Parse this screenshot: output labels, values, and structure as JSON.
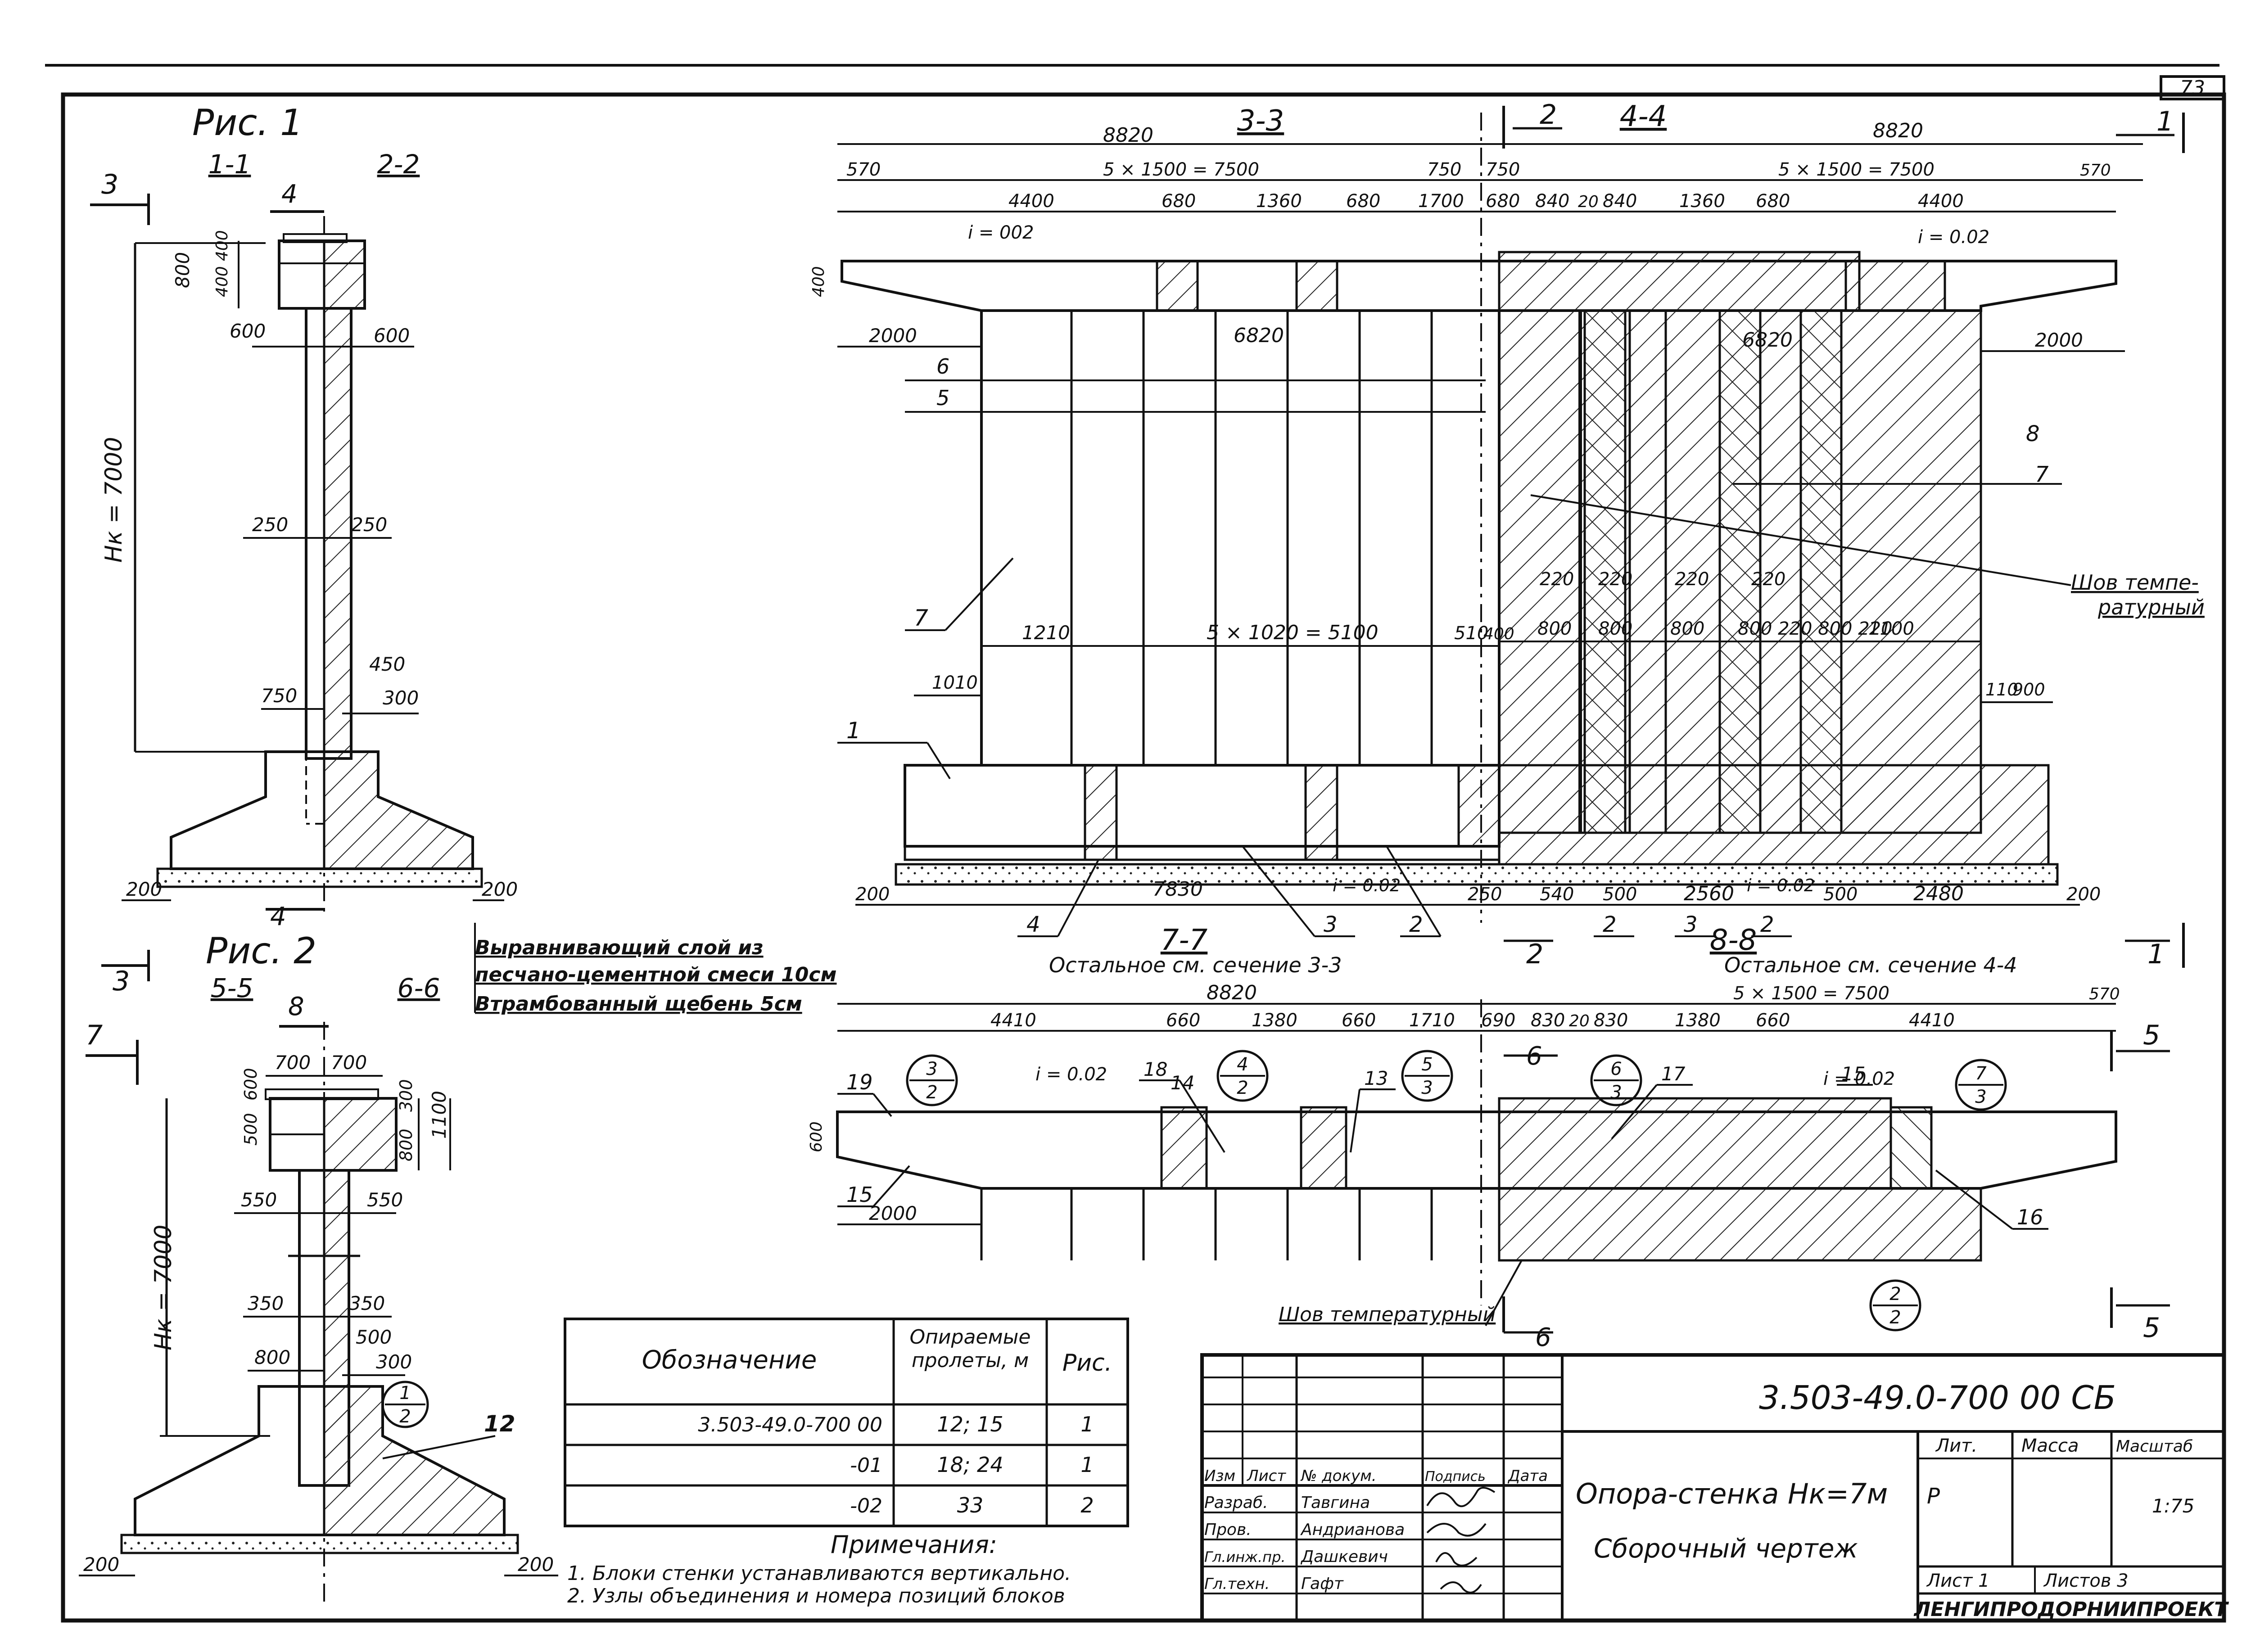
{
  "sheet": {
    "page_number": "73",
    "designation": "3.503-49.0-700 00  СБ",
    "title_line1": "Опора-стенка Нк=7м",
    "title_line2": "Сборочный чертеж",
    "lit_header": "Лит.",
    "mass_header": "Масса",
    "scale_header": "Масштаб",
    "lit_value": "Р",
    "scale_value": "1:75",
    "sheet_label": "Лист 1",
    "sheets_label": "Листов 3",
    "org": "ЛЕНГИПРОДОРНИИПРОЕКТ",
    "stamp_headers": [
      "Изм",
      "Лист",
      "№ докум.",
      "Подпись",
      "Дата"
    ],
    "staff": [
      {
        "role": "Разраб.",
        "name": "Тавгина"
      },
      {
        "role": "Пров.",
        "name": "Андрианова"
      },
      {
        "role": "Гл.инж.пр.",
        "name": "Дашкевич"
      },
      {
        "role": "Гл.техн.",
        "name": "Гафт"
      }
    ]
  },
  "fig1": {
    "title": "Рис. 1",
    "section_1_1": "1-1",
    "section_2_2": "2-2",
    "marker_3": "3",
    "marker_4": "4",
    "height_label": "Нк = 7000",
    "dims": {
      "d800": "800",
      "d400a": "400",
      "d400b": "400",
      "d600l": "600",
      "d600r": "600",
      "d250l": "250",
      "d250r": "250",
      "d750": "750",
      "d450": "450",
      "d300": "300",
      "d200l": "200",
      "d200r": "200"
    }
  },
  "fig2": {
    "title": "Рис. 2",
    "section_5_5": "5-5",
    "section_6_6": "6-6",
    "marker_7": "7",
    "marker_8": "8",
    "height_label": "Нк = 7000",
    "callout_12_top": "1",
    "callout_12_bottom": "2",
    "pos_12": "12",
    "dims": {
      "d700l": "700",
      "d700r": "700",
      "d300": "300",
      "d500": "500",
      "d600": "600",
      "d800": "800",
      "d1100": "1100",
      "d550l": "550",
      "d550r": "550",
      "d350l": "350",
      "d350r": "350",
      "d500b": "500",
      "d800b": "800",
      "d300b": "300",
      "d200l": "200",
      "d200r": "200"
    }
  },
  "layer_notes": [
    "Выравнивающий слой из",
    "песчано-цементной смеси 10см",
    "Втрамбованный щебень 5см"
  ],
  "elevation_upper": {
    "section_3_3": "3-3",
    "section_4_4": "4-4",
    "section_7_7": "7-7",
    "section_8_8": "8-8",
    "note_left": "Остальное см. сечение 3-3",
    "note_right": "Остальное см. сечение 4-4",
    "joint_label_line1": "Шов темпе-",
    "joint_label_line2": "ратурный",
    "markers": [
      "2",
      "1",
      "2",
      "1"
    ],
    "slope_left": "i = 002",
    "slope_right": "i = 0.02",
    "slope_bottom_left": "i = 0.02",
    "slope_bottom_right": "i = 0.02",
    "positions": [
      "6",
      "5",
      "7",
      "8",
      "7",
      "1",
      "4",
      "3",
      "2",
      "2",
      "3",
      "2"
    ],
    "dims_top": [
      "8820",
      "8820",
      "570",
      "5 × 1500 = 7500",
      "750",
      "750",
      "5 × 1500 = 7500",
      "570"
    ],
    "dims_mid": [
      "4400",
      "680",
      "1360",
      "680",
      "1700",
      "680",
      "840",
      "20",
      "840",
      "1360",
      "680",
      "4400"
    ],
    "dims_misc": [
      "400",
      "2000",
      "6820",
      "6820",
      "2000"
    ],
    "dims_lower": [
      "1210",
      "5 × 1020 = 5100",
      "510",
      "400",
      "1010",
      "110",
      "900"
    ],
    "dims_220": [
      "220",
      "220",
      "220",
      "220"
    ],
    "dims_800": [
      "800",
      "800",
      "800",
      "800 220 800 220",
      "1100"
    ],
    "dims_bottom": [
      "200",
      "7830",
      "250",
      "540",
      "500",
      "2560",
      "500",
      "2480",
      "200"
    ]
  },
  "elevation_lower": {
    "slope_left": "i = 0.02",
    "slope_right": "i = 0.02",
    "joint_label": "Шов температурный",
    "markers": [
      "5",
      "5",
      "6",
      "6"
    ],
    "dims_top": [
      "8820",
      "5 × 1500 = 7500",
      "570"
    ],
    "dims_mid": [
      "4410",
      "660",
      "1380",
      "660",
      "1710",
      "690",
      "830",
      "20",
      "830",
      "1380",
      "660",
      "4410"
    ],
    "dims_misc": [
      "600",
      "2000"
    ],
    "positions": [
      "19",
      "18",
      "14",
      "13",
      "17",
      "15",
      "15",
      "16"
    ],
    "callouts": [
      {
        "top": "3",
        "bottom": "2"
      },
      {
        "top": "4",
        "bottom": "2"
      },
      {
        "top": "5",
        "bottom": "3"
      },
      {
        "top": "6",
        "bottom": "3"
      },
      {
        "top": "7",
        "bottom": "3"
      },
      {
        "top": "2",
        "bottom": "2"
      }
    ]
  },
  "spec_table": {
    "headers": [
      "Обозначение",
      "Опираемые пролеты, м",
      "Рис."
    ],
    "rows": [
      [
        "3.503-49.0-700 00",
        "12; 15",
        "1"
      ],
      [
        "-01",
        "18; 24",
        "1"
      ],
      [
        "-02",
        "33",
        "2"
      ]
    ]
  },
  "notes": {
    "title": "Примечания:",
    "items": [
      "1. Блоки стенки устанавливаются вертикально.",
      "2. Узлы объединения и номера позиций блоков"
    ]
  }
}
